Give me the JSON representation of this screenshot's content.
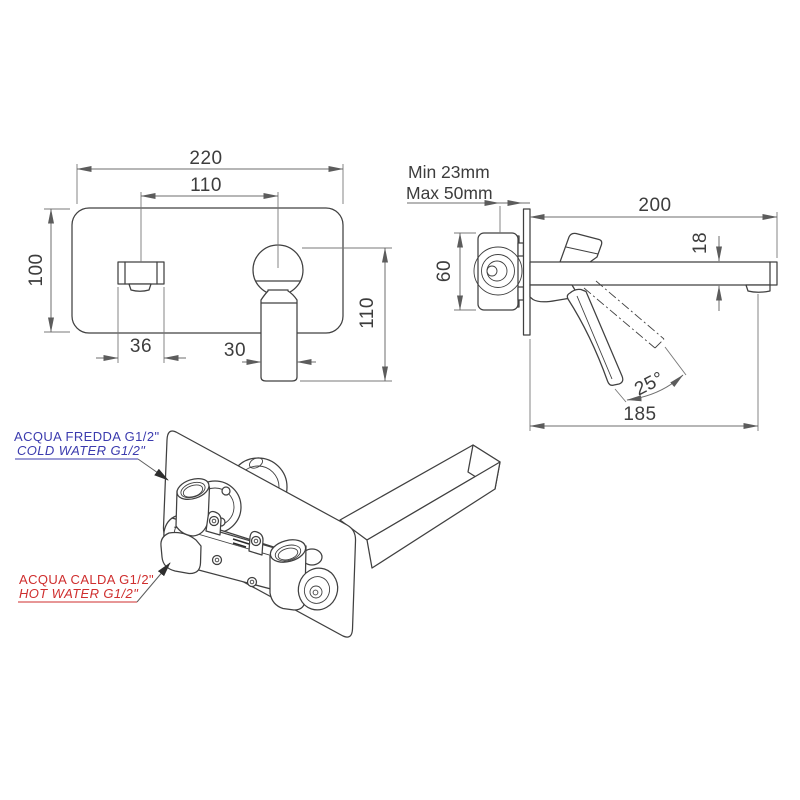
{
  "meta": {
    "title": "Wall-mounted basin mixer — technical dimension drawing"
  },
  "colors": {
    "line": "#404040",
    "dim": "#6e6e6e",
    "cold": "#3b3bae",
    "hot": "#cf2e2e",
    "background": "#ffffff"
  },
  "front_view": {
    "total_width": "220",
    "center_distance": "110",
    "plate_height": "100",
    "handle_length": "110",
    "spout_width": "36",
    "handle_width": "30"
  },
  "side_view": {
    "wall_depth_min": "Min 23mm",
    "wall_depth_max": "Max 50mm",
    "spout_reach": "200",
    "spout_height": "18",
    "body_height": "60",
    "handle_angle": "25°",
    "outlet_reach": "185"
  },
  "rear_view": {
    "cold_line1": "ACQUA FREDDA G1/2\"",
    "cold_line2": "COLD WATER G1/2\"",
    "hot_line1": "ACQUA CALDA G1/2\"",
    "hot_line2": "HOT WATER G1/2\""
  }
}
